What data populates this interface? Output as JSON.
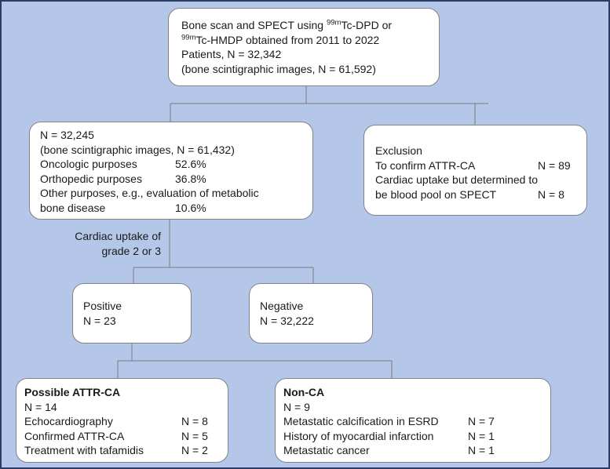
{
  "colors": {
    "background": "#b5c7e8",
    "frame_border": "#2b3c64",
    "box_fill": "#ffffff",
    "box_border": "#838383",
    "connector_line": "#7a7a7a",
    "text": "#1a1a1a"
  },
  "top_box": {
    "l1a": "Bone scan and SPECT using ",
    "l1sup": "99m",
    "l1b": "Tc-DPD or",
    "l2sup": "99m",
    "l2b": "Tc-HMDP obtained from 2011 to 2022",
    "l3": "Patients, N = 32,342",
    "l4": "(bone scintigraphic images, N = 61,592)"
  },
  "cohort_box": {
    "line1": "N = 32,245",
    "line2": "(bone scintigraphic images, N = 61,432)",
    "rows": [
      {
        "label": "Oncologic purposes",
        "value": "52.6%"
      },
      {
        "label": "Orthopedic purposes",
        "value": "36.8%"
      }
    ],
    "line5": "Other purposes, e.g., evaluation of metabolic",
    "row_last": {
      "label": "bone disease",
      "value": "10.6%"
    }
  },
  "exclusion_box": {
    "title": "Exclusion",
    "row1": {
      "label": "To confirm ATTR-CA",
      "value": "N = 89"
    },
    "line3": "Cardiac uptake but determined to",
    "row2": {
      "label": "be blood pool on SPECT",
      "value": "N = 8"
    }
  },
  "branch_label": {
    "line1": "Cardiac uptake of",
    "line2": "grade 2 or 3"
  },
  "positive_box": {
    "line1": "Positive",
    "line2": "N = 23"
  },
  "negative_box": {
    "line1": "Negative",
    "line2": "N = 32,222"
  },
  "possible_box": {
    "title": "Possible ATTR-CA",
    "n": "N = 14",
    "rows": [
      {
        "label": "Echocardiography",
        "value": "N = 8"
      },
      {
        "label": "Confirmed ATTR-CA",
        "value": "N = 5"
      },
      {
        "label": "Treatment with tafamidis",
        "value": "N = 2"
      }
    ]
  },
  "nonca_box": {
    "title": "Non-CA",
    "n": "N = 9",
    "rows": [
      {
        "label": "Metastatic calcification in ESRD",
        "value": "N = 7"
      },
      {
        "label": "History of myocardial infarction",
        "value": "N = 1"
      },
      {
        "label": "Metastatic cancer",
        "value": "N = 1"
      }
    ]
  }
}
